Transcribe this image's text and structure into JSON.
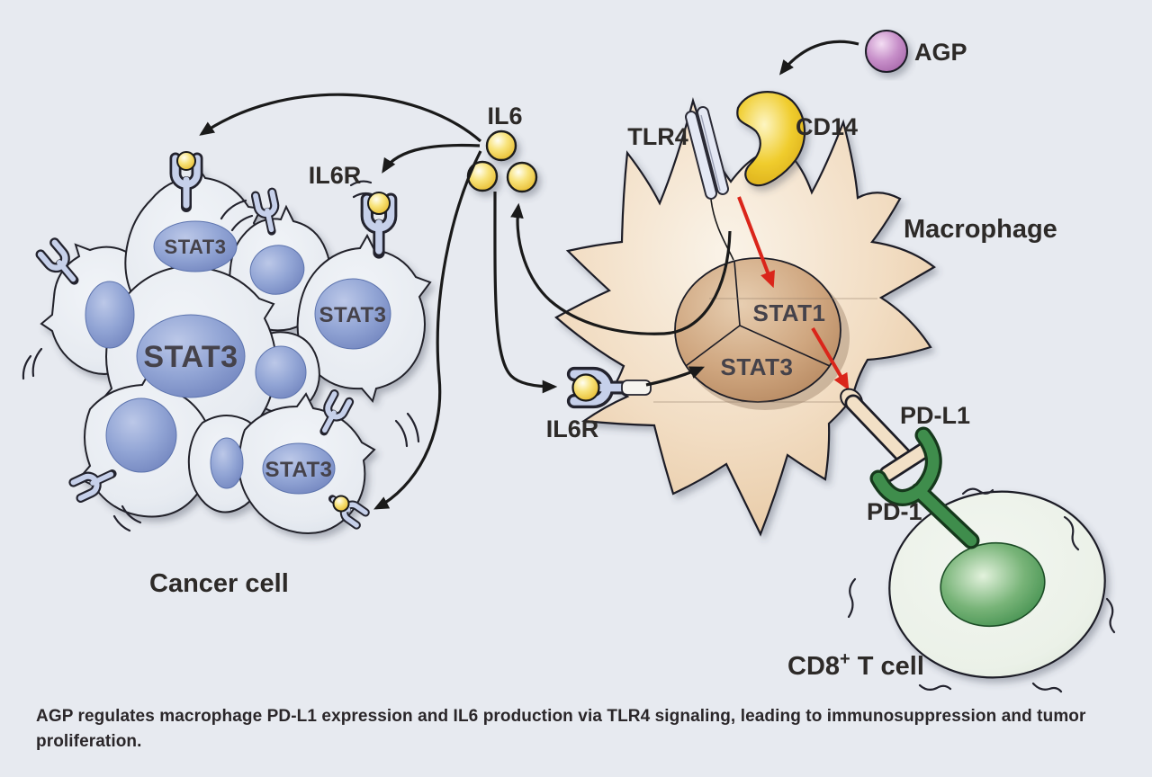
{
  "figure": {
    "caption": "AGP regulates macrophage PD-L1 expression and IL6 production via TLR4 signaling, leading to immunosuppression and tumor proliferation.",
    "molecules": {
      "agp": "AGP",
      "cd14": "CD14",
      "tlr4": "TLR4",
      "il6": "IL6",
      "il6r_tumor": "IL6R",
      "il6r_macrophage": "IL6R",
      "pdl1": "PD-L1",
      "pd1": "PD-1"
    },
    "cells": {
      "cancer": {
        "label": "Cancer cell",
        "nuclei_labels": [
          "STAT3",
          "STAT3",
          "STAT3",
          "STAT3"
        ]
      },
      "macrophage": {
        "label": "Macrophage",
        "nucleus_sectors": [
          "STAT1",
          "STAT3"
        ]
      },
      "t_cell": {
        "label_base": "CD8",
        "label_sup": "+",
        "label_rest": " T cell"
      }
    },
    "colors": {
      "background": "#e7eaf0",
      "cancer_cell_body": "#e9edf2",
      "cancer_nucleus": "#8295cb",
      "macrophage_body": "#f3e3cc",
      "macrophage_nucleus": "#cfa67f",
      "il6_ball": "#f2d24b",
      "receptor": "#c6d0ea",
      "cd14": "#eec928",
      "agp": "#c287c5",
      "pdl1": "#f2e0c6",
      "pd1": "#3f8d4c",
      "t_cell_body": "#eef3ec",
      "t_cell_nucleus": "#4f9a58",
      "arrow_black": "#1a1a1a",
      "arrow_red": "#da251a",
      "label_text": "#2d2a28"
    }
  }
}
